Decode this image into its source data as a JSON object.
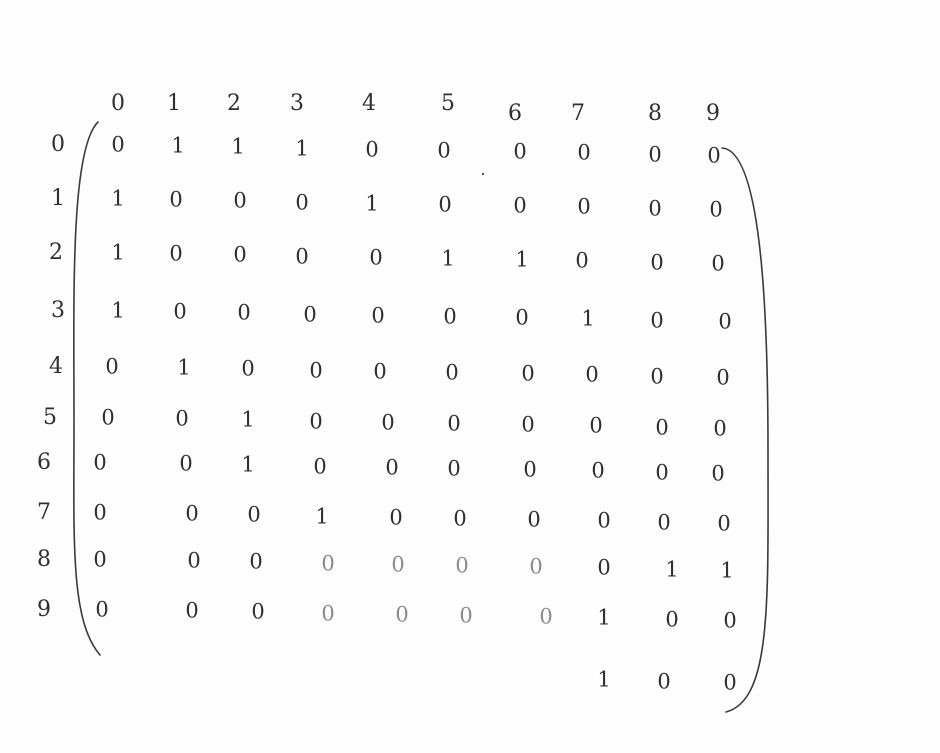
{
  "matrix": {
    "column_labels": [
      "0",
      "1",
      "2",
      "3",
      "4",
      "5",
      "6",
      "7",
      "8",
      "9"
    ],
    "row_labels": [
      "0",
      "1",
      "2",
      "3",
      "4",
      "5",
      "6",
      "7",
      "8",
      "9"
    ],
    "rows": [
      [
        "0",
        "1",
        "1",
        "1",
        "0",
        "0",
        "0",
        "0",
        "0",
        "0"
      ],
      [
        "1",
        "0",
        "0",
        "0",
        "1",
        "0",
        "0",
        "0",
        "0",
        "0"
      ],
      [
        "1",
        "0",
        "0",
        "0",
        "0",
        "1",
        "1",
        "0",
        "0",
        "0"
      ],
      [
        "1",
        "0",
        "0",
        "0",
        "0",
        "0",
        "0",
        "1",
        "0",
        "0"
      ],
      [
        "0",
        "1",
        "0",
        "0",
        "0",
        "0",
        "0",
        "0",
        "0",
        "0"
      ],
      [
        "0",
        "0",
        "1",
        "0",
        "0",
        "0",
        "0",
        "0",
        "0",
        "0"
      ],
      [
        "0",
        "0",
        "1",
        "0",
        "0",
        "0",
        "0",
        "0",
        "0",
        "0"
      ],
      [
        "0",
        "0",
        "0",
        "1",
        "0",
        "0",
        "0",
        "0",
        "0",
        "0"
      ],
      [
        "0",
        "0",
        "0",
        "0",
        "0",
        "0",
        "0",
        "0",
        "1",
        "1"
      ],
      [
        "0",
        "0",
        "0",
        "0",
        "0",
        "0",
        "0",
        "1",
        "0",
        "0"
      ],
      [
        "",
        "",
        "",
        "",
        "",
        "",
        "",
        "1",
        "0",
        "0"
      ]
    ],
    "stray_mark": "."
  }
}
